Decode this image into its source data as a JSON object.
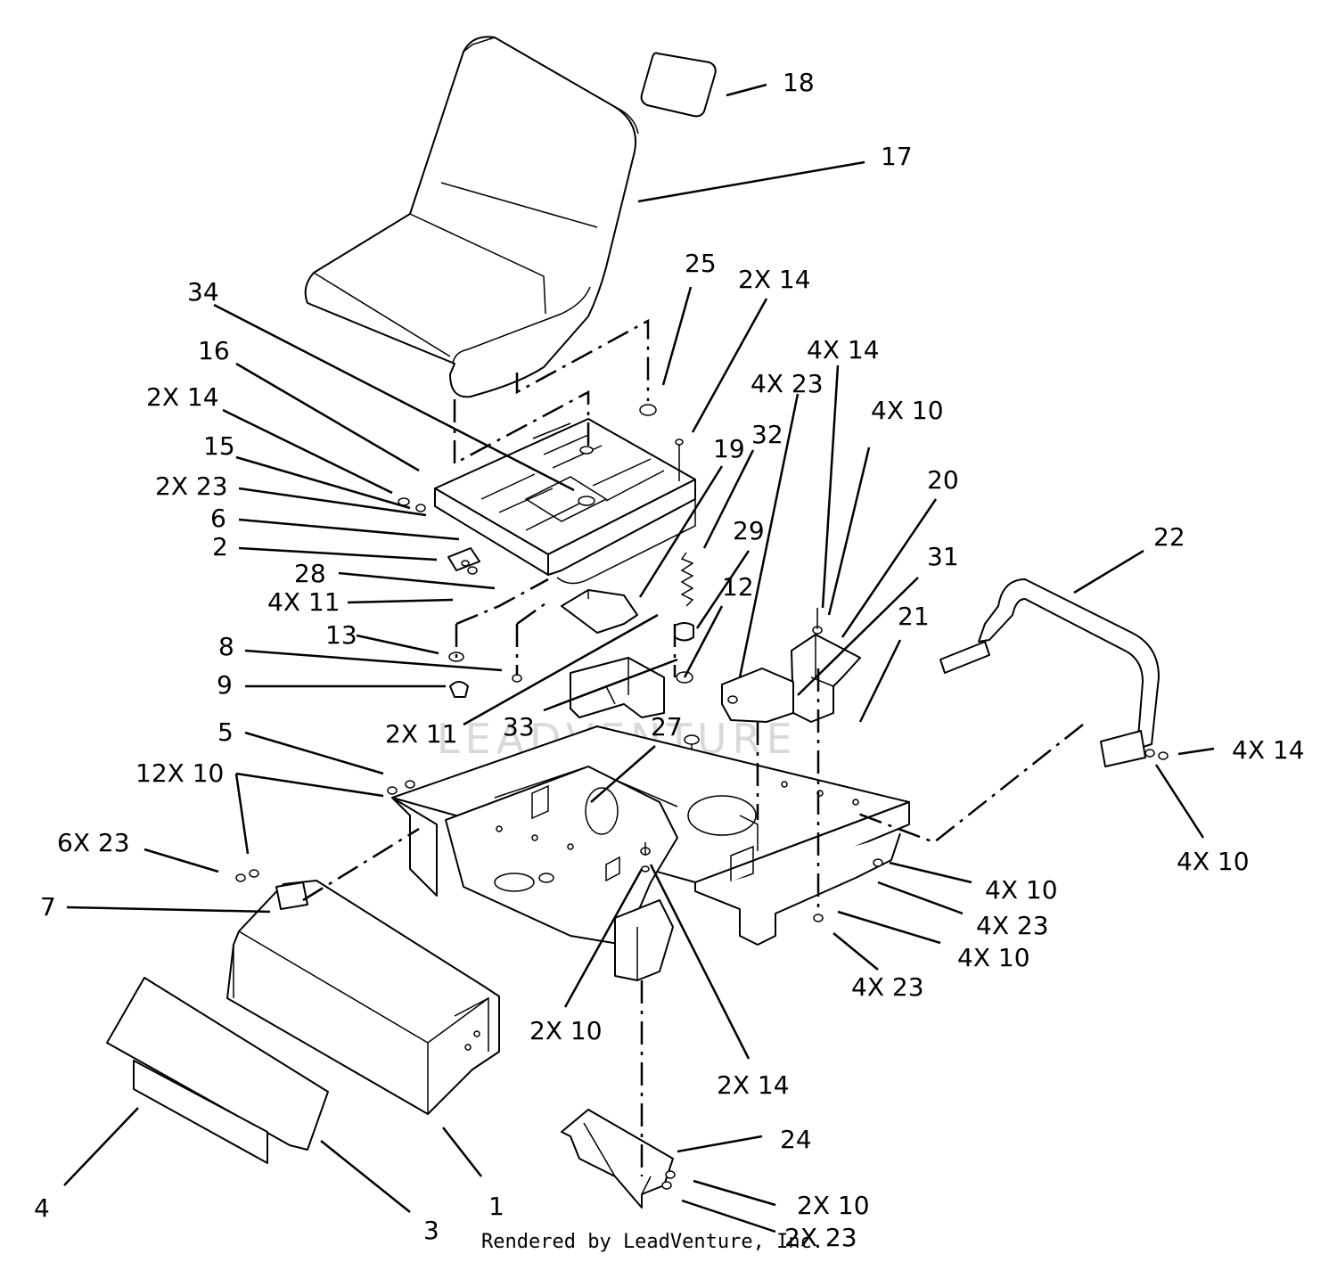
{
  "diagram": {
    "callouts": [
      {
        "id": "c18",
        "text": "18"
      },
      {
        "id": "c17",
        "text": "17"
      },
      {
        "id": "c25",
        "text": "25"
      },
      {
        "id": "c2x14a",
        "text": "2X 14"
      },
      {
        "id": "c34",
        "text": "34"
      },
      {
        "id": "c4x14a",
        "text": "4X 14"
      },
      {
        "id": "c4x23a",
        "text": "4X 23"
      },
      {
        "id": "c16",
        "text": "16"
      },
      {
        "id": "c4x10a",
        "text": "4X 10"
      },
      {
        "id": "c2x14b",
        "text": "2X 14"
      },
      {
        "id": "c32",
        "text": "32"
      },
      {
        "id": "c19",
        "text": "19"
      },
      {
        "id": "c15",
        "text": "15"
      },
      {
        "id": "c20",
        "text": "20"
      },
      {
        "id": "c2x23a",
        "text": "2X 23"
      },
      {
        "id": "c6",
        "text": "6"
      },
      {
        "id": "c29",
        "text": "29"
      },
      {
        "id": "c22",
        "text": "22"
      },
      {
        "id": "c2",
        "text": "2"
      },
      {
        "id": "c31",
        "text": "31"
      },
      {
        "id": "c28",
        "text": "28"
      },
      {
        "id": "c12",
        "text": "12"
      },
      {
        "id": "c4x11",
        "text": "4X 11"
      },
      {
        "id": "c21",
        "text": "21"
      },
      {
        "id": "c13",
        "text": "13"
      },
      {
        "id": "c8",
        "text": "8"
      },
      {
        "id": "c9",
        "text": "9"
      },
      {
        "id": "c33",
        "text": "33"
      },
      {
        "id": "c2x11",
        "text": "2X 11"
      },
      {
        "id": "c27",
        "text": "27"
      },
      {
        "id": "c5",
        "text": "5"
      },
      {
        "id": "c4x14b",
        "text": "4X 14"
      },
      {
        "id": "c12x10",
        "text": "12X 10"
      },
      {
        "id": "c6x23",
        "text": "6X 23"
      },
      {
        "id": "c4x10b",
        "text": "4X 10"
      },
      {
        "id": "c4x10c",
        "text": "4X 10"
      },
      {
        "id": "c7",
        "text": "7"
      },
      {
        "id": "c4x23b",
        "text": "4X 23"
      },
      {
        "id": "c4x10d",
        "text": "4X 10"
      },
      {
        "id": "c4x23c",
        "text": "4X 23"
      },
      {
        "id": "c2x10a",
        "text": "2X 10"
      },
      {
        "id": "c2x14c",
        "text": "2X 14"
      },
      {
        "id": "c24",
        "text": "24"
      },
      {
        "id": "c4",
        "text": "4"
      },
      {
        "id": "c3",
        "text": "3"
      },
      {
        "id": "c1",
        "text": "1"
      },
      {
        "id": "c2x10b",
        "text": "2X 10"
      },
      {
        "id": "c2x23b",
        "text": "2X 23"
      }
    ],
    "watermark": "LEADVENTURE",
    "credit": "Rendered by LeadVenture, Inc."
  }
}
